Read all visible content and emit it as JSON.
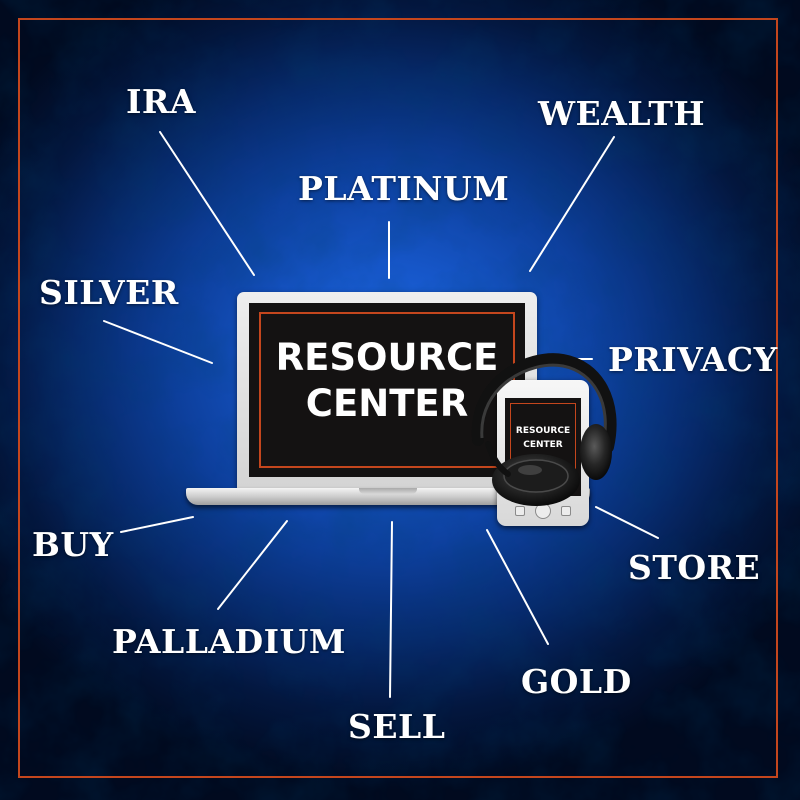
{
  "colors": {
    "accent": "#c4461d",
    "text": "#ffffff",
    "background_center": "#1f69e6",
    "background_edge": "#010a1f"
  },
  "keywords": {
    "ira": "IRA",
    "wealth": "WEALTH",
    "platinum": "PLATINUM",
    "silver": "SILVER",
    "privacy": "PRIVACY",
    "buy": "BUY",
    "store": "STORE",
    "palladium": "PALLADIUM",
    "gold": "GOLD",
    "sell": "SELL"
  },
  "laptop": {
    "screen_text": "RESOURCE\nCENTER"
  },
  "phone": {
    "screen_text": "RESOURCE\nCENTER"
  },
  "icons": {
    "laptop": "laptop-icon",
    "phone": "phone-icon",
    "headphones": "headphones-icon"
  }
}
